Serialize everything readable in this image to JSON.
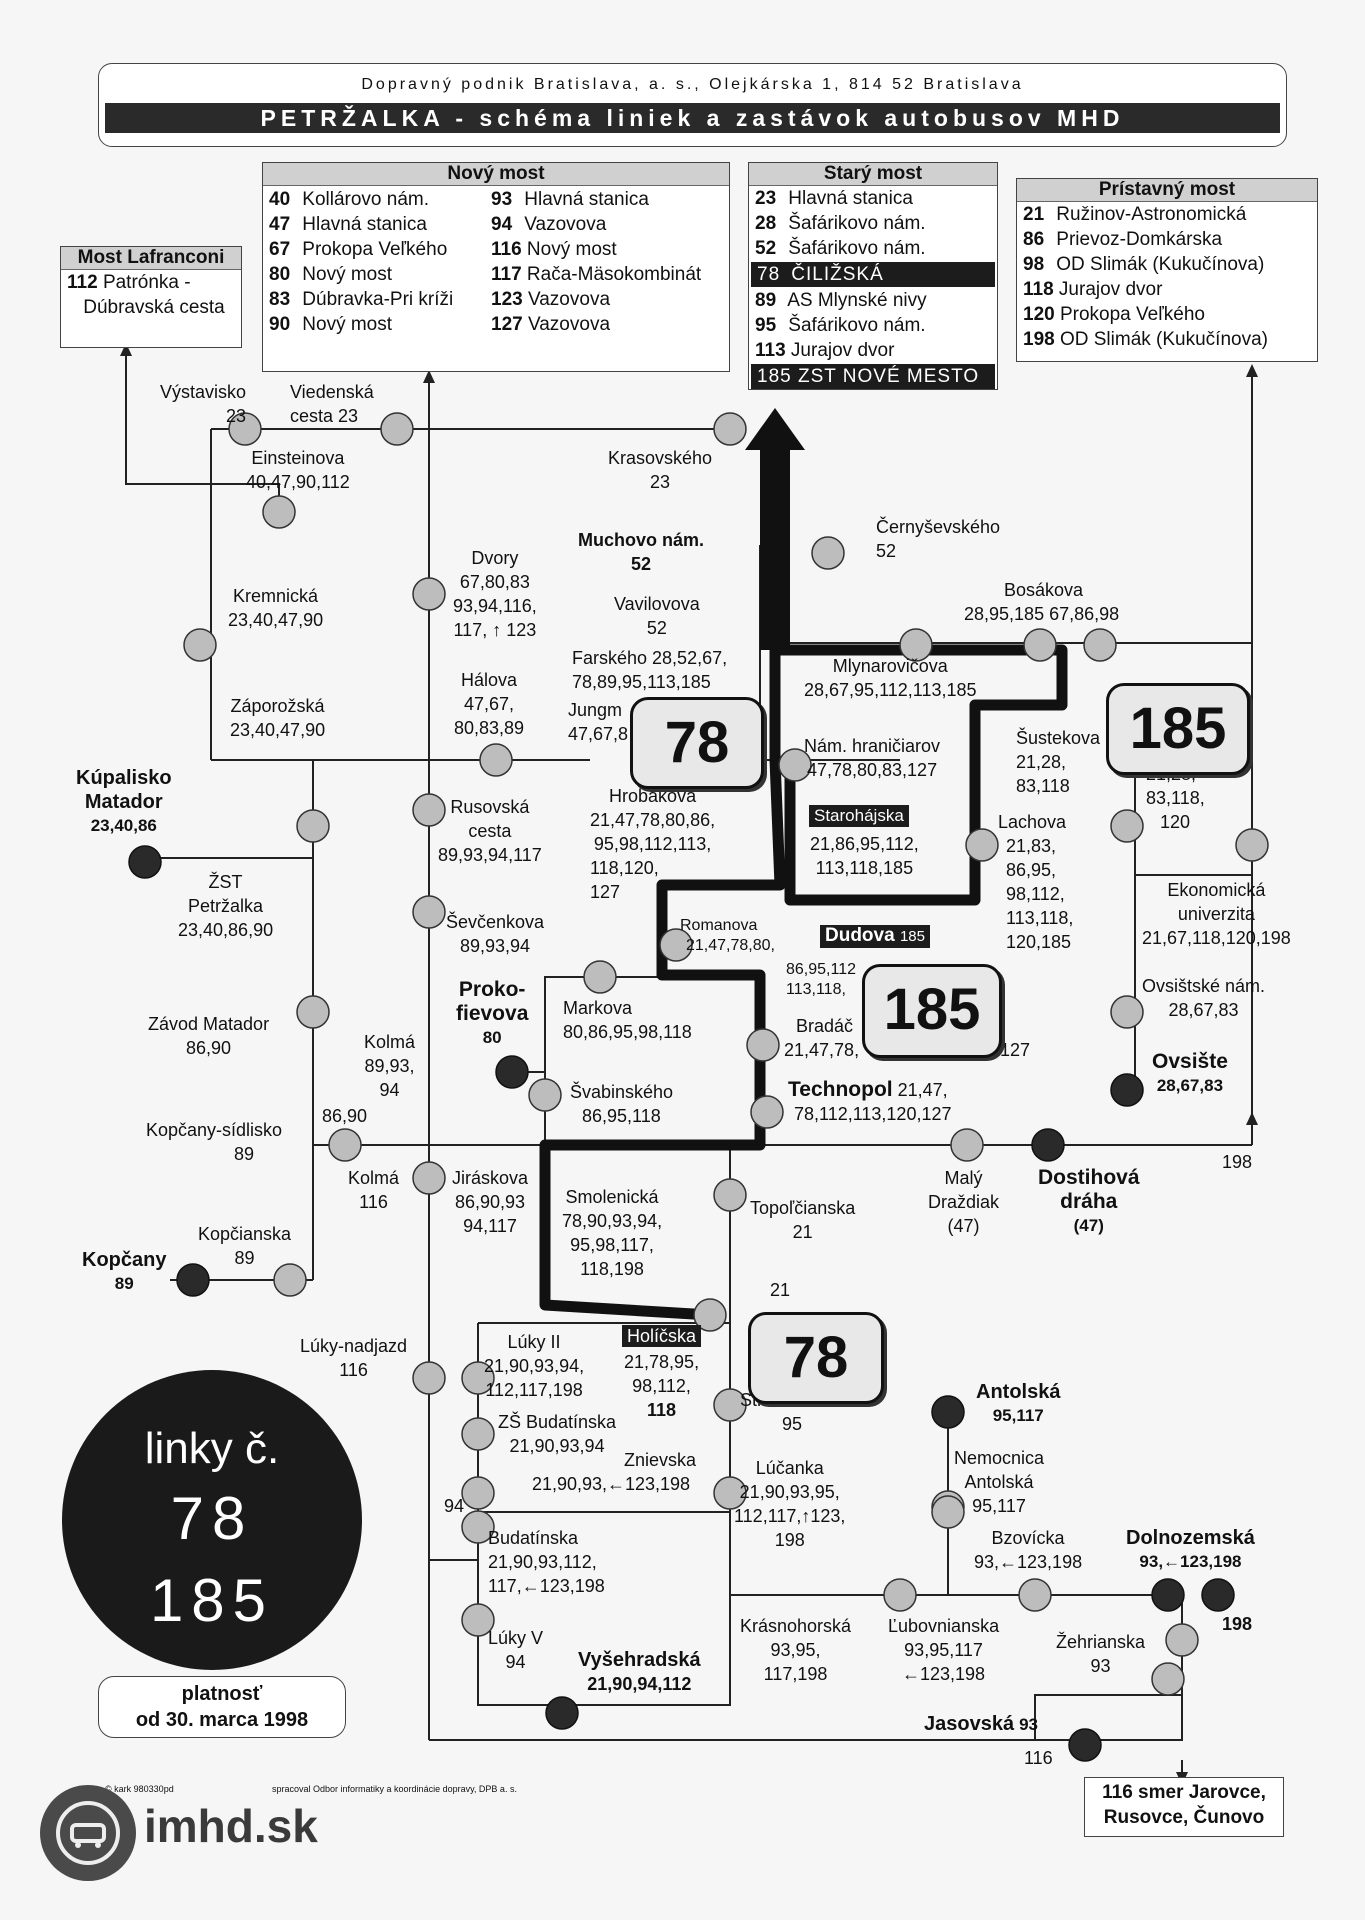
{
  "header": {
    "subtitle": "Dopravný podnik Bratislava, a. s.,  Olejkárska 1,  814 52 Bratislava",
    "title": "PETRŽALKA - schéma liniek a zastávok autobusov MHD"
  },
  "boxes": {
    "lafranconi": {
      "title": "Most Lafranconi",
      "rows": [
        {
          "num": "112",
          "text": "Patrónka -"
        },
        {
          "num": "",
          "text": "Dúbravská cesta"
        }
      ]
    },
    "novy_most": {
      "title": "Nový most",
      "left": [
        {
          "num": "40",
          "text": "Kollárovo nám."
        },
        {
          "num": "47",
          "text": "Hlavná stanica"
        },
        {
          "num": "67",
          "text": "Prokopa Veľkého"
        },
        {
          "num": "80",
          "text": "Nový most"
        },
        {
          "num": "83",
          "text": "Dúbravka-Pri kríži"
        },
        {
          "num": "90",
          "text": "Nový most"
        }
      ],
      "right": [
        {
          "num": "93",
          "text": "Hlavná stanica"
        },
        {
          "num": "94",
          "text": "Vazovova"
        },
        {
          "num": "116",
          "text": "Nový most"
        },
        {
          "num": "117",
          "text": "Rača-Mäsokombinát"
        },
        {
          "num": "123",
          "text": "Vazovova"
        },
        {
          "num": "127",
          "text": "Vazovova"
        }
      ]
    },
    "stary_most": {
      "title": "Starý most",
      "rows": [
        {
          "num": "23",
          "text": "Hlavná stanica"
        },
        {
          "num": "28",
          "text": "Šafárikovo nám."
        },
        {
          "num": "52",
          "text": "Šafárikovo nám."
        },
        {
          "num": "78",
          "text": "ČILIŽSKÁ"
        },
        {
          "num": "89",
          "text": "AS Mlynské nivy"
        },
        {
          "num": "95",
          "text": "Šafárikovo nám."
        },
        {
          "num": "113",
          "text": "Jurajov dvor"
        },
        {
          "num": "185",
          "text": "ZST NOVÉ MESTO"
        }
      ]
    },
    "pristavny_most": {
      "title": "Prístavný most",
      "rows": [
        {
          "num": "21",
          "text": "Ružinov-Astronomická"
        },
        {
          "num": "86",
          "text": "Prievoz-Domkárska"
        },
        {
          "num": "98",
          "text": "OD Slimák (Kukučínova)"
        },
        {
          "num": "118",
          "text": "Jurajov dvor"
        },
        {
          "num": "120",
          "text": "Prokopa Veľkého"
        },
        {
          "num": "198",
          "text": "OD Slimák (Kukučínova)"
        }
      ]
    }
  },
  "stops": {
    "vystavisko": [
      "Výstavisko",
      "23"
    ],
    "viedenska": [
      "Viedenská",
      "cesta  23"
    ],
    "einsteinova": [
      "Einsteinova",
      "40,47,90,112"
    ],
    "krasovskeho": [
      "Krasovského",
      "23"
    ],
    "muchovo": [
      "Muchovo nám.",
      "52"
    ],
    "cernysevskeho": [
      "Černyševského",
      "52"
    ],
    "vavilovova": [
      "Vavilovova",
      "52"
    ],
    "dvory": [
      "Dvory",
      "67,80,83",
      "93,94,116,",
      "117, ↑ 123"
    ],
    "kremnicka": [
      "Kremnická",
      "23,40,47,90"
    ],
    "farskeho": [
      "Farského  28,52,67,",
      "78,89,95,113,185"
    ],
    "jungmannova": [
      "Jungm",
      "47,67,8"
    ],
    "halova": [
      "Hálova",
      "47,67,",
      "80,83,89"
    ],
    "zaporozska": [
      "Záporožská",
      "23,40,47,90"
    ],
    "mlynarovicova": [
      "Mlynarovičova",
      "28,67,95,112,113,185"
    ],
    "bosakova": [
      "Bosákova",
      "28,95,185     67,86,98"
    ],
    "nam_hranicarov": [
      "Nám. hraničiarov",
      "47,78,80,83,127"
    ],
    "sustekova": [
      "Šustekova",
      "21,28,",
      "83,118"
    ],
    "kupalisko": [
      "Kúpalisko",
      "Matador",
      "23,40,86"
    ],
    "rusovska": [
      "Rusovská",
      "cesta",
      "89,93,94,117"
    ],
    "hrobakova": [
      "Hrobákova",
      "21,47,78,80,86,",
      "95,98,112,113,",
      "118,120,",
      "127"
    ],
    "starohajska_tag": "Starohájska",
    "starohajska": [
      "21,86,95,112,",
      "113,118,185"
    ],
    "lachova": [
      "Lachova",
      "21,83,",
      "86,95,",
      "98,112,",
      "113,118,",
      "120,185"
    ],
    "sustekova2": [
      "21,28,",
      "83,118,",
      "120"
    ],
    "zst_petrzalka": [
      "ŽST",
      "Petržalka",
      "23,40,86,90"
    ],
    "romanova": [
      "Romanova",
      "21,47,78,80,"
    ],
    "dudova_tag": "Dudova",
    "dudova_num": "185",
    "sevcenkova": [
      "Ševčenkova",
      "89,93,94"
    ],
    "ekonomicka": [
      "Ekonomická",
      "univerzita",
      "21,67,118,120,198"
    ],
    "prokofievova": [
      "Proko-",
      "fievova",
      "80"
    ],
    "markova": [
      "Markova",
      "80,86,95,98,118"
    ],
    "bradacova": [
      "Bradáč",
      "21,47,78,"
    ],
    "bradacova_end": "127",
    "dudova_nums": [
      "86,95,112",
      "113,118,"
    ],
    "ovsistske": [
      "Ovsištské nám.",
      "28,67,83"
    ],
    "zavod_matador": [
      "Závod Matador",
      "86,90"
    ],
    "kolma": [
      "Kolmá",
      "89,93,",
      "94"
    ],
    "svabinskeho": [
      "Švabinského",
      "86,95,118"
    ],
    "technopol": [
      "Technopol",
      "21,47,",
      "78,112,113,120,127"
    ],
    "ovsiste": [
      "Ovsište",
      "28,67,83"
    ],
    "kopcany_sidlisko": [
      "Kopčany-sídlisko",
      "89"
    ],
    "n8690": "86,90",
    "kolma2": [
      "Kolmá",
      "116"
    ],
    "jiraskova": [
      "Jiráskova",
      "86,90,93",
      "94,117"
    ],
    "smolenicka": [
      "Smolenická",
      "78,90,93,94,",
      "95,98,117,",
      "118,198"
    ],
    "topolcianska": [
      "Topoľčianska",
      "21"
    ],
    "maly_drazdiak": [
      "Malý",
      "Draždiak",
      "(47)"
    ],
    "dostihova": [
      "Dostihová",
      "dráha",
      "(47)"
    ],
    "r198": "198",
    "kopcianska": [
      "Kopčianska",
      "89"
    ],
    "kopcany": [
      "Kopčany",
      "89"
    ],
    "luky_nadjazd": [
      "Lúky-nadjazd",
      "116"
    ],
    "luky2": [
      "Lúky II",
      "21,90,93,94,",
      "112,117,198"
    ],
    "holicska_tag": "Holíčska",
    "holicska": [
      "21,78,95,",
      "98,112,",
      "118"
    ],
    "n21": "21",
    "strecnianska": [
      "Strečnianska",
      "95"
    ],
    "antolska": [
      "Antolská",
      "95,117"
    ],
    "zs_budatinska": [
      "ZŠ Budatínska",
      "21,90,93,94"
    ],
    "znievska": [
      "Znievska",
      "21,90,93,←123,198"
    ],
    "lucanka": [
      "Lúčanka",
      "21,90,93,95,",
      "112,117,↑123,",
      "198"
    ],
    "nemocnica": [
      "Nemocnica",
      "Antolská",
      "95,117"
    ],
    "n94": "94",
    "budatinska": [
      "Budatínska",
      "21,90,93,112,",
      "117,←123,198"
    ],
    "bzovicka": [
      "Bzovícka",
      "93,←123,198"
    ],
    "dolnozemska": [
      "Dolnozemská",
      "93,←123,198"
    ],
    "krasnohorska": [
      "Krásnohorská",
      "93,95,",
      "117,198"
    ],
    "lubovnianska": [
      "Ľubovnianska",
      "93,95,117",
      "←123,198"
    ],
    "r198b": "198",
    "zehrianska": [
      "Žehrianska",
      "93"
    ],
    "luky5": [
      "Lúky V",
      "94"
    ],
    "vysehradska": [
      "Vyšehradská",
      "21,90,94,112"
    ],
    "jasovska": [
      "Jasovská",
      "93"
    ],
    "n116": "116",
    "smer": [
      "116 smer Jarovce,",
      "Rusovce, Čunovo"
    ]
  },
  "badges": {
    "b78": "78",
    "b185": "185"
  },
  "big_circle": {
    "line1": "linky č.",
    "line2": "78",
    "line3": "185"
  },
  "validity": {
    "line1": "platnosť",
    "line2": "od 30. marca 1998"
  },
  "credits": {
    "design": "design © kark 980330pd",
    "processed": "spracoval Odbor informatiky a koordinácie dopravy, DPB a. s."
  },
  "brand": {
    "name": "imhd.sk",
    "icon": "imhd-logo-icon"
  },
  "colors": {
    "stop_fill": "#bdbdbd",
    "terminus_fill": "#2a2a2a",
    "route_line": "#111111",
    "box_header": "#d0d0d0"
  }
}
